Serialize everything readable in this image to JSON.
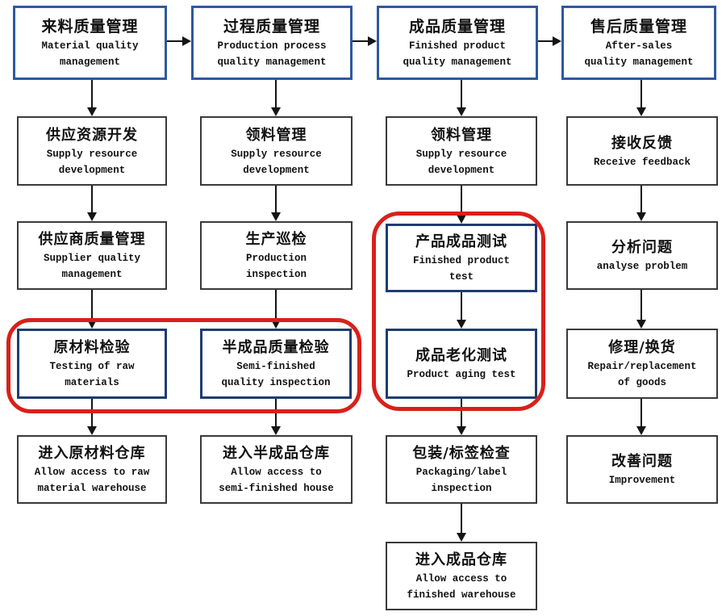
{
  "colors": {
    "header_border": "#2d59a0",
    "highlight_border": "#1f3c70",
    "plain_border": "#3a3a3a",
    "red": "#d9201a",
    "arrow": "#151515",
    "text": "#111111"
  },
  "columns": [
    {
      "header": {
        "zh": "来料质量管理",
        "en": "Material quality\nmanagement"
      },
      "steps": [
        {
          "zh": "供应资源开发",
          "en": "Supply resource\ndevelopment"
        },
        {
          "zh": "供应商质量管理",
          "en": "Supplier quality\nmanagement"
        },
        {
          "zh": "原材料检验",
          "en": "Testing of raw\nmaterials"
        },
        {
          "zh": "进入原材料仓库",
          "en": "Allow access to raw\nmaterial warehouse"
        }
      ]
    },
    {
      "header": {
        "zh": "过程质量管理",
        "en": "Production process\nquality management"
      },
      "steps": [
        {
          "zh": "领料管理",
          "en": "Supply resource\ndevelopment"
        },
        {
          "zh": "生产巡检",
          "en": "Production\ninspection"
        },
        {
          "zh": "半成品质量检验",
          "en": "Semi-finished\nquality inspection"
        },
        {
          "zh": "进入半成品仓库",
          "en": "Allow access to\nsemi-finished house"
        }
      ]
    },
    {
      "header": {
        "zh": "成品质量管理",
        "en": "Finished product\nquality management"
      },
      "steps": [
        {
          "zh": "领料管理",
          "en": "Supply resource\ndevelopment"
        },
        {
          "zh": "产品成品测试",
          "en": "Finished product\ntest"
        },
        {
          "zh": "成品老化测试",
          "en": "Product aging test"
        },
        {
          "zh": "包装/标签检查",
          "en": "Packaging/label\ninspection"
        },
        {
          "zh": "进入成品仓库",
          "en": "Allow access to\nfinished warehouse"
        }
      ]
    },
    {
      "header": {
        "zh": "售后质量管理",
        "en": "After-sales\nquality management"
      },
      "steps": [
        {
          "zh": "接收反馈",
          "en": "Receive feedback"
        },
        {
          "zh": "分析问题",
          "en": "analyse problem"
        },
        {
          "zh": "修理/换货",
          "en": "Repair/replacement\nof goods"
        },
        {
          "zh": "改善问题",
          "en": "Improvement"
        }
      ]
    }
  ]
}
